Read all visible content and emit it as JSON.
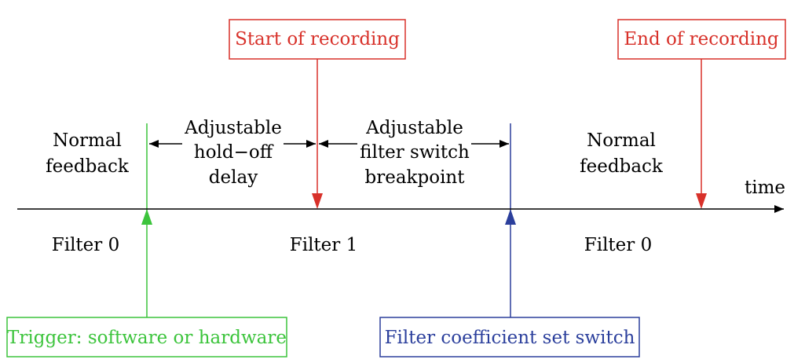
{
  "colors": {
    "red": "#d8312a",
    "green": "#3cc43c",
    "blue": "#2b3f9c",
    "black": "#000000"
  },
  "axis": {
    "label": "time"
  },
  "boxes": {
    "start": "Start of recording",
    "end": "End of recording",
    "trigger": "Trigger: software or hardware",
    "filter_switch": "Filter coefficient set switch"
  },
  "upper_labels": {
    "normal_left": [
      "Normal",
      "feedback"
    ],
    "holdoff": [
      "Adjustable",
      "hold−off",
      "delay"
    ],
    "breakpoint": [
      "Adjustable",
      "filter switch",
      "breakpoint"
    ],
    "normal_right": [
      "Normal",
      "feedback"
    ]
  },
  "lower_labels": {
    "filter_left": "Filter 0",
    "filter_mid": "Filter 1",
    "filter_right": "Filter 0"
  }
}
